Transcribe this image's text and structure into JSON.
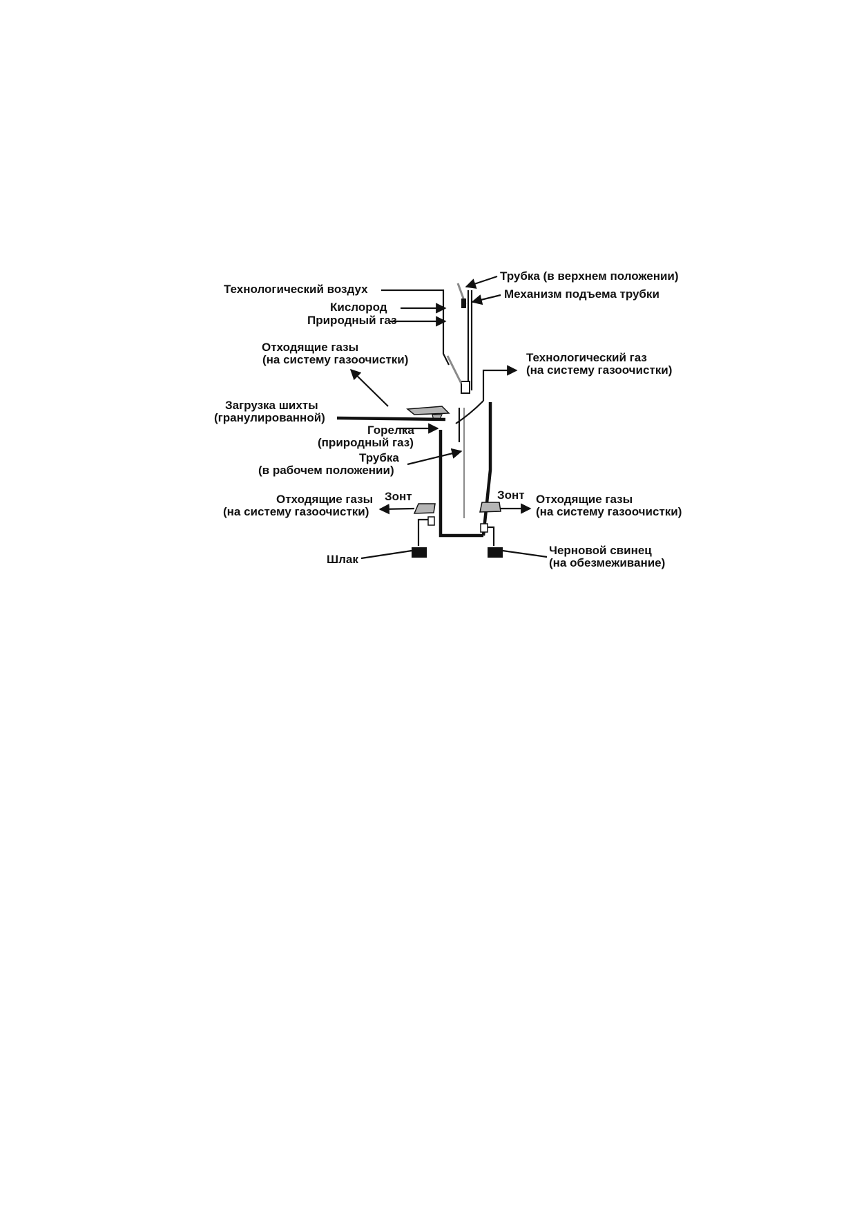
{
  "labels": {
    "process_air": "Технологический воздух",
    "oxygen": "Кислород",
    "natural_gas": "Природный газ",
    "lance_top": "Трубка (в верхнем положении)",
    "lance_mechanism": "Механизм подъема трубки",
    "offgas_top_1": "Отходящие газы",
    "offgas_top_2": "(на систему газоочистки)",
    "process_gas_1": "Технологический газ",
    "process_gas_2": "(на систему газоочистки)",
    "charge_1": "Загрузка шихты",
    "charge_2": "(гранулированной)",
    "burner_1": "Горелка",
    "burner_2": "(природный газ)",
    "lance_work_1": "Трубка",
    "lance_work_2": "(в рабочем положении)",
    "hood_left": "Зонт",
    "hood_right": "Зонт",
    "offgas_left_1": "Отходящие газы",
    "offgas_left_2": "(на систему газоочистки)",
    "offgas_right_1": "Отходящие газы",
    "offgas_right_2": "(на систему газоочистки)",
    "slag": "Шлак",
    "bullion_1": "Черновой свинец",
    "bullion_2": "(на обезмеживание)"
  },
  "colors": {
    "ink": "#111111",
    "gray": "#8a8a8a",
    "hood_fill": "#b5b5b5"
  }
}
